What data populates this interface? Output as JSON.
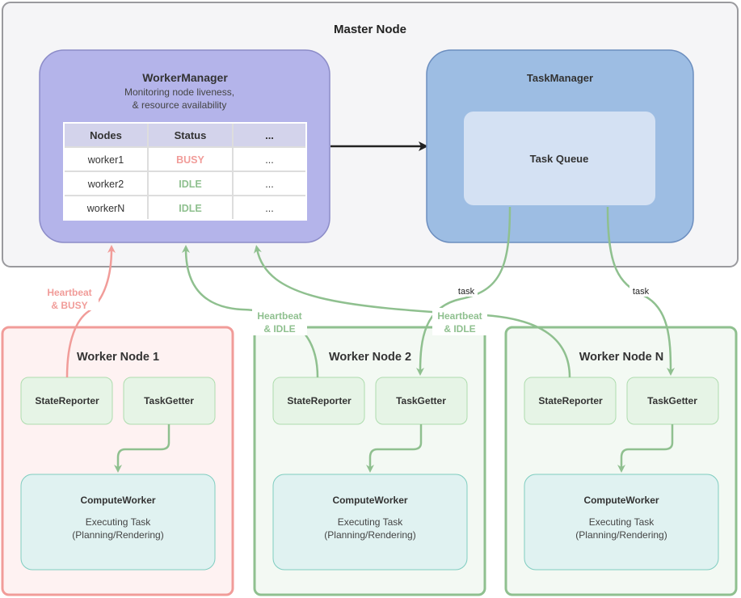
{
  "master": {
    "title": "Master Node"
  },
  "worker_manager": {
    "title": "WorkerManager",
    "subtitle_line1": "Monitoring node liveness,",
    "subtitle_line2": "& resource availability",
    "table": {
      "headers": [
        "Nodes",
        "Status",
        "..."
      ],
      "rows": [
        [
          "worker1",
          "BUSY",
          "..."
        ],
        [
          "worker2",
          "IDLE",
          "..."
        ],
        [
          "workerN",
          "IDLE",
          "..."
        ]
      ]
    }
  },
  "task_manager": {
    "title": "TaskManager",
    "queue_label": "Task Queue"
  },
  "edges": {
    "heartbeat_busy": [
      "Heartbeat",
      "& BUSY"
    ],
    "heartbeat_idle": [
      "Heartbeat",
      "& IDLE"
    ],
    "task": "task"
  },
  "worker_nodes": [
    {
      "title": "Worker Node 1",
      "state_reporter": "StateReporter",
      "task_getter": "TaskGetter",
      "compute_title": "ComputeWorker",
      "compute_line1": "Executing Task",
      "compute_line2": "(Planning/Rendering)"
    },
    {
      "title": "Worker Node 2",
      "state_reporter": "StateReporter",
      "task_getter": "TaskGetter",
      "compute_title": "ComputeWorker",
      "compute_line1": "Executing Task",
      "compute_line2": "(Planning/Rendering)"
    },
    {
      "title": "Worker Node N",
      "state_reporter": "StateReporter",
      "task_getter": "TaskGetter",
      "compute_title": "ComputeWorker",
      "compute_line1": "Executing Task",
      "compute_line2": "(Planning/Rendering)"
    }
  ],
  "colors": {
    "busy": "#f19c99",
    "idle": "#8fc08f",
    "worker_manager": "#b4b4ea",
    "task_manager": "#9dbde3"
  }
}
